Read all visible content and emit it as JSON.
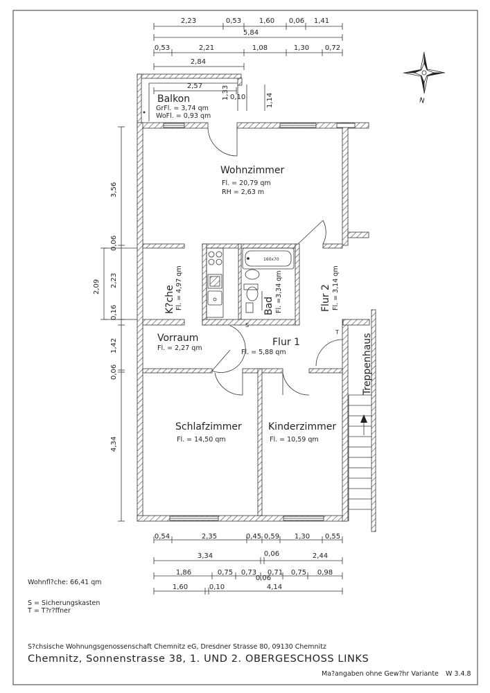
{
  "top_dims": {
    "row1": [
      "2,23",
      "0,53",
      "1,60",
      "0,06",
      "1,41"
    ],
    "row1_total": "5,84",
    "row2": [
      "0,53",
      "2,21",
      "1,08",
      "1,30",
      "0,72"
    ],
    "balcony_width": "2,84",
    "balcony_inner": "2,57",
    "balcony_v1": "1,33",
    "balcony_v2": "0,10",
    "balcony_v3": "1,14"
  },
  "left_dims": [
    "3,56",
    "0,06",
    "2,23",
    "0,16",
    "1,42",
    "0,06",
    "4,34"
  ],
  "left_dim_outer": "2,09",
  "bottom_dims": {
    "row1": [
      "0,54",
      "2,35",
      "0,45",
      "0,59",
      "1,30",
      "0,55"
    ],
    "row2": [
      "3,34",
      "0,06",
      "2,44"
    ],
    "row3": [
      "1,86",
      "0,75",
      "0,73",
      "0,71",
      "0,75",
      "0,98"
    ],
    "row3_mid": "0,06",
    "row4": [
      "1,60",
      "0,10",
      "4,14"
    ]
  },
  "rooms": {
    "balkon": {
      "name": "Balkon",
      "gr": "GrFl. = 3,74 qm",
      "wo": "WoFl. = 0,93 qm"
    },
    "wohnzimmer": {
      "name": "Wohnzimmer",
      "fl": "Fl. = 20,79 qm",
      "rh": "RH = 2,63 m"
    },
    "kueche": {
      "name": "K?che",
      "fl": "Fl. = 4,97 qm"
    },
    "bad": {
      "name": "Bad",
      "fl": "Fl. =3,34 qm",
      "tub": "160x70"
    },
    "flur2": {
      "name": "Flur 2",
      "fl": "Fl. = 3,14 qm"
    },
    "vorraum": {
      "name": "Vorraum",
      "fl": "Fl. = 2,27 qm"
    },
    "flur1": {
      "name": "Flur 1",
      "fl": "Fl. = 5,88 qm"
    },
    "schlafzimmer": {
      "name": "Schlafzimmer",
      "fl": "Fl. = 14,50 qm"
    },
    "kinderzimmer": {
      "name": "Kinderzimmer",
      "fl": "Fl. = 10,59 qm"
    },
    "treppenhaus": {
      "name": "Treppenhaus"
    }
  },
  "markers": {
    "s": "S",
    "t": "T"
  },
  "compass": {
    "label": "N"
  },
  "footer": {
    "wohnflaeche": "Wohnfl?che: 66,41 qm",
    "legend_s": "S = Sicherungskasten",
    "legend_t": "T = T?r?ffner",
    "company": "S?chsische Wohnungsgenossenschaft Chemnitz eG, Dresdner Strasse 80, 09130 Chemnitz",
    "address": "Chemnitz, Sonnenstrasse 38, 1. UND 2. OBERGESCHOSS LINKS",
    "note": "Ma?angaben ohne Gew?hr Variante",
    "version": "W 3.4.8"
  }
}
